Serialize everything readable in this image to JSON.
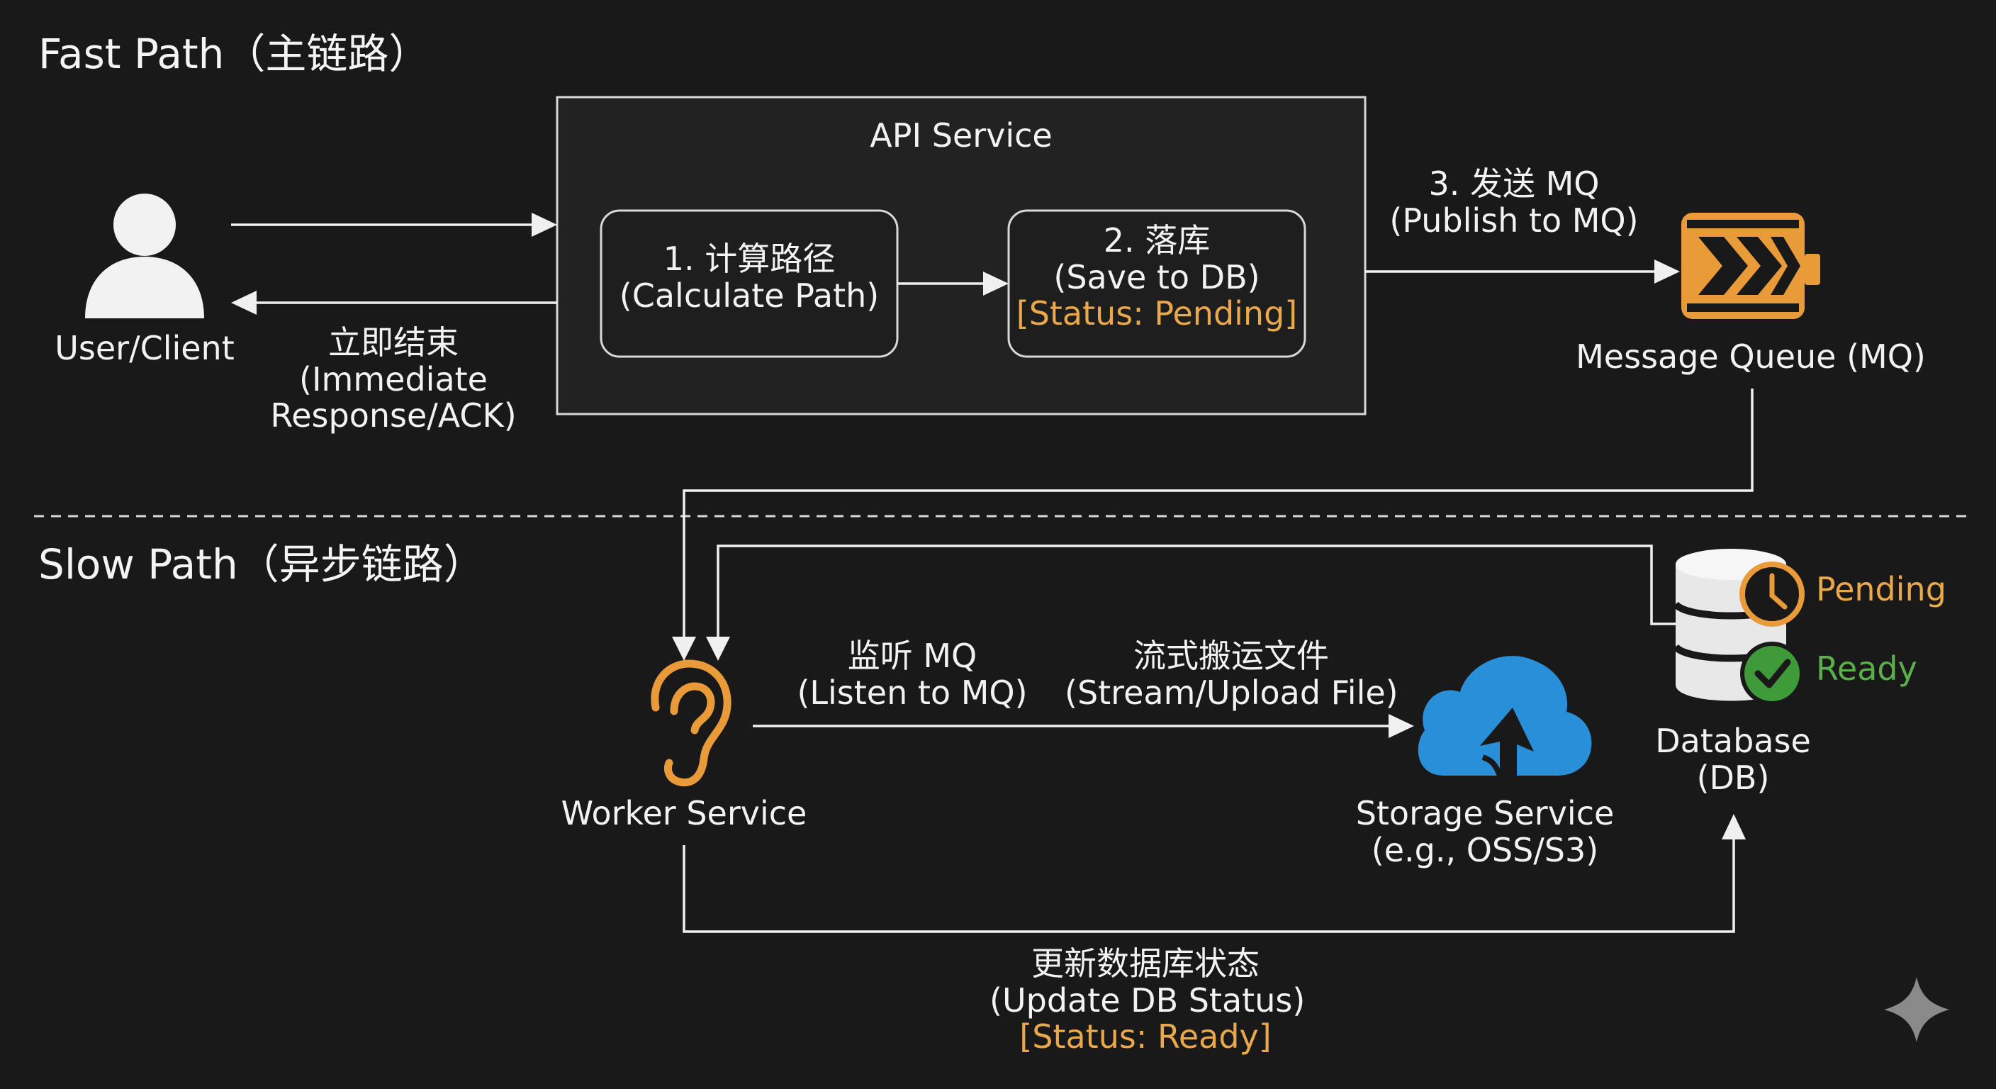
{
  "fast_path_title": "Fast Path（主链路）",
  "slow_path_title": "Slow Path（异步链路）",
  "user": {
    "label": "User/Client"
  },
  "response": {
    "line1": "立即结束",
    "line2": "(Immediate",
    "line3": "Response/ACK)"
  },
  "api_service": {
    "title": "API Service",
    "step1": {
      "line1": "1. 计算路径",
      "line2": "(Calculate Path)"
    },
    "step2": {
      "line1": "2. 落库",
      "line2": "(Save to DB)",
      "status": "[Status: Pending]"
    }
  },
  "publish": {
    "line1": "3. 发送 MQ",
    "line2": "(Publish to MQ)"
  },
  "mq": {
    "label": "Message Queue (MQ)"
  },
  "worker": {
    "label": "Worker Service"
  },
  "listen": {
    "line1": "监听 MQ",
    "line2": "(Listen to MQ)"
  },
  "stream": {
    "line1": "流式搬运文件",
    "line2": "(Stream/Upload File)"
  },
  "storage": {
    "line1": "Storage Service",
    "line2": "(e.g., OSS/S3)"
  },
  "database": {
    "line1": "Database",
    "line2": "(DB)",
    "pending_badge": "Pending",
    "ready_badge": "Ready"
  },
  "update": {
    "line1": "更新数据库状态",
    "line2": "(Update DB Status)",
    "status": "[Status: Ready]"
  },
  "colors": {
    "background": "#1a1919",
    "line": "#f0f0f0",
    "orange": "#e9a84c",
    "green": "#5bb04b",
    "cloud_blue": "#2a8fd9",
    "box_border": "#d8d8d8"
  },
  "icons": [
    "user-icon",
    "queue-icon",
    "ear-icon",
    "cloud-upload-icon",
    "database-icon",
    "clock-icon",
    "check-icon",
    "sparkle-icon"
  ]
}
